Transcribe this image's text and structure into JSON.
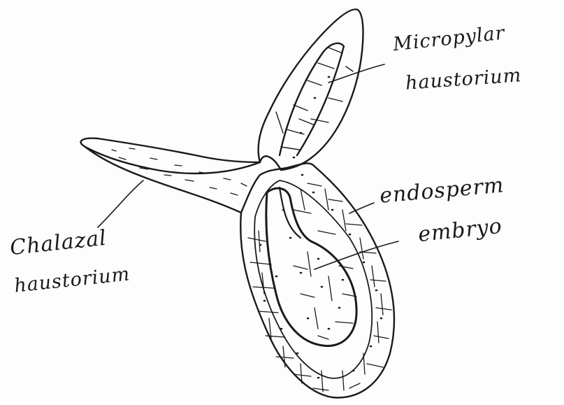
{
  "labels": {
    "micropylar_line1": "Micropylar",
    "micropylar_line2": "haustorium",
    "endosperm": "endosperm",
    "embryo": "embryo",
    "chalazal_line1": "Chalazal",
    "chalazal_line2": "haustorium"
  },
  "colors": {
    "ink": "#1a1a1a",
    "paper": "#fdfdfd"
  }
}
